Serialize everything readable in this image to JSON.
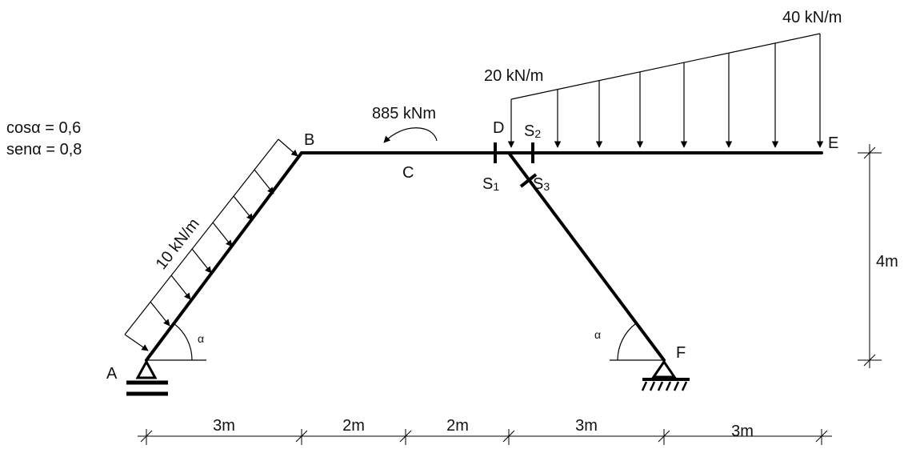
{
  "trig": {
    "cos_line": "cosα = 0,6",
    "sen_line": "senα = 0,8"
  },
  "nodes": {
    "A": "A",
    "B": "B",
    "C": "C",
    "D": "D",
    "E": "E",
    "F": "F"
  },
  "sections": {
    "s1_base": "S",
    "s1_sub": "1",
    "s2_base": "S",
    "s2_sub": "2",
    "s3_base": "S",
    "s3_sub": "3"
  },
  "loads": {
    "inclined": "10 kN/m",
    "left_trap": "20 kN/m",
    "right_trap": "40 kN/m",
    "moment": "885 kNm"
  },
  "angles": {
    "alpha_left": "α",
    "alpha_right": "α"
  },
  "dimensions": {
    "horizontal": [
      "3m",
      "2m",
      "2m",
      "3m",
      "3m"
    ],
    "vertical": "4m"
  }
}
